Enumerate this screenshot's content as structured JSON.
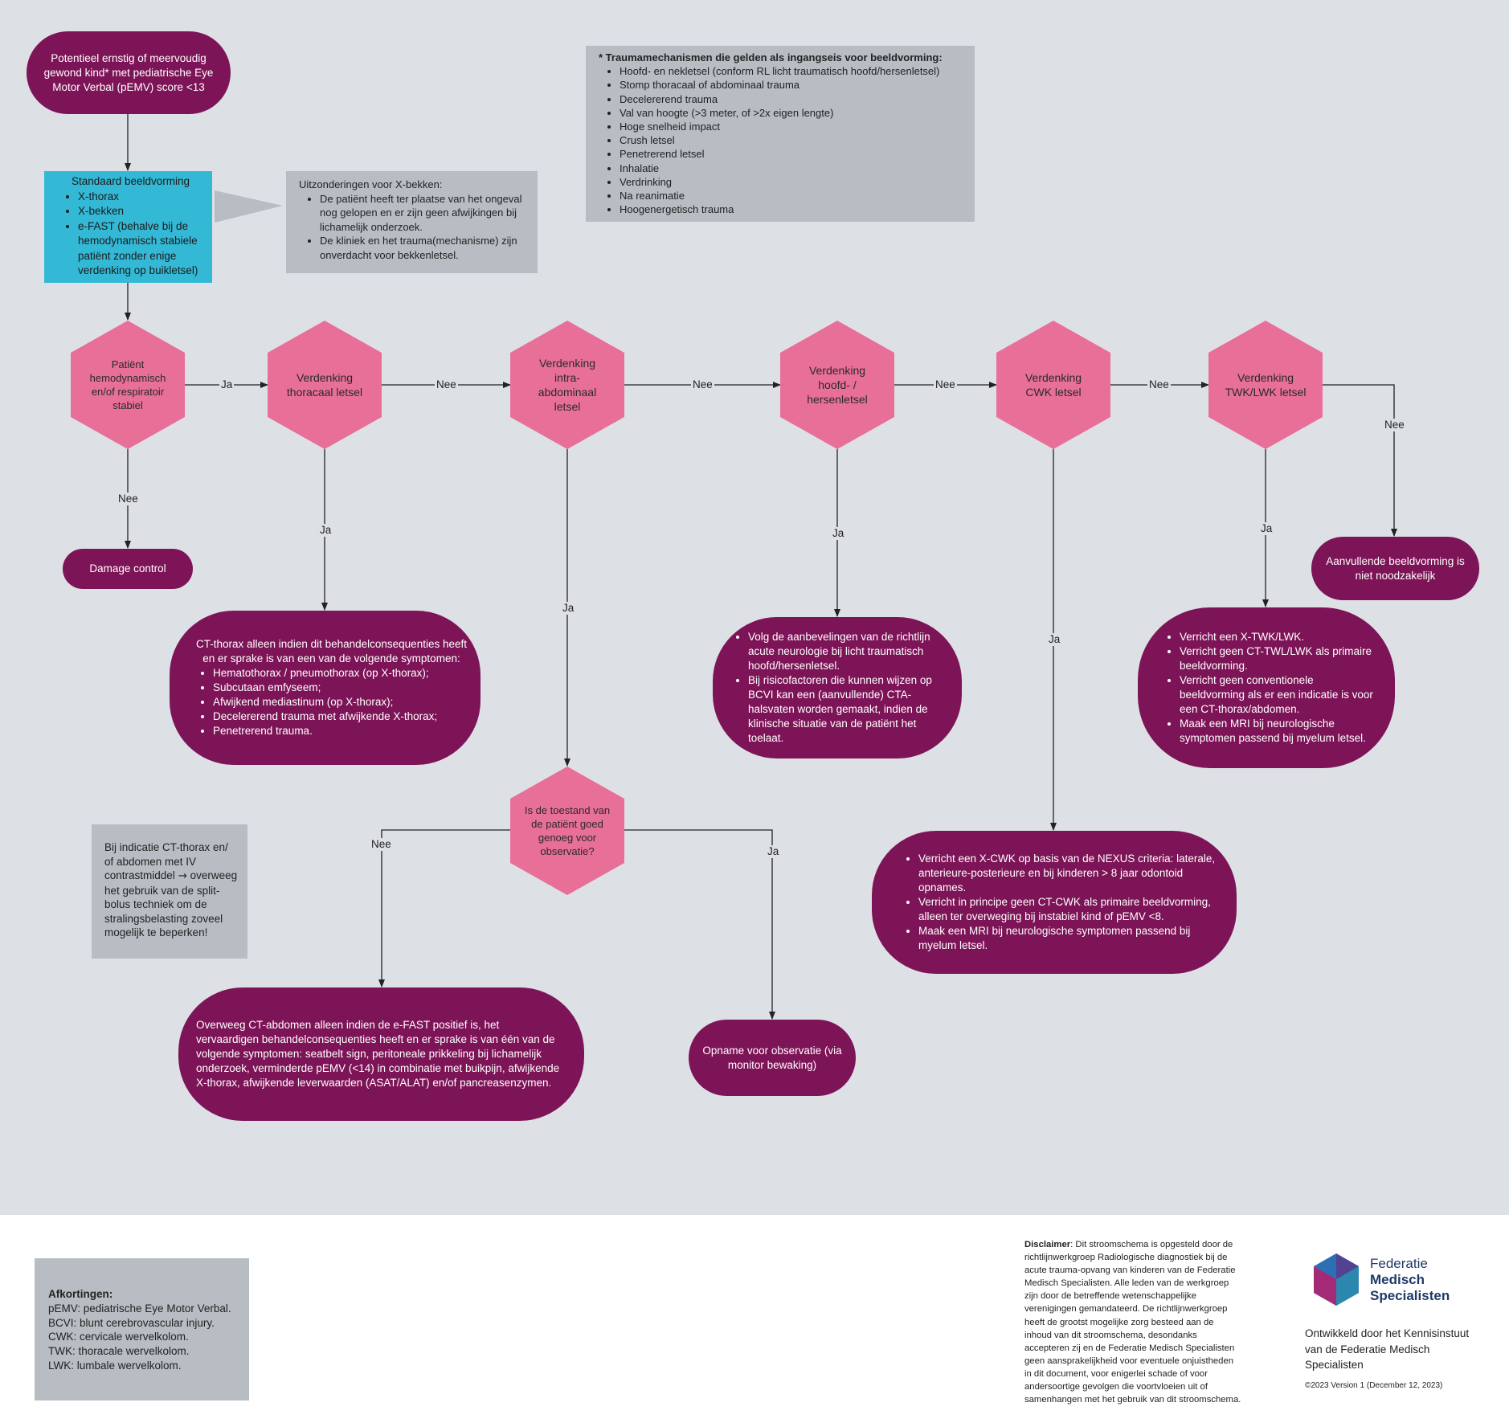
{
  "colors": {
    "canvas": "#dde1e6",
    "plum": "#7d1457",
    "pink": "#e86f98",
    "cyan": "#33b8d6",
    "grey": "#b7bdc2",
    "line": "#222222"
  },
  "start": "Potentieel ernstig of meervoudig gewond kind* met pediatrische Eye Motor Verbal (pEMV) score <13",
  "imaging": {
    "title": "Standaard beeldvorming",
    "items": [
      "X-thorax",
      "X-bekken",
      "e-FAST (behalve bij de hemodynamisch stabiele patiënt zonder enige verdenking op buikletsel)"
    ]
  },
  "exceptions": {
    "title": "Uitzonderingen voor X-bekken:",
    "items": [
      "De patiënt heeft ter plaatse van het ongeval nog gelopen en er zijn geen afwijkingen bij lichamelijk onderzoek.",
      "De kliniek en het trauma(mechanisme) zijn onverdacht voor bekkenletsel."
    ]
  },
  "mechanisms": {
    "title": "* Traumamechanismen die gelden als ingangseis voor beeldvorming:",
    "items": [
      "Hoofd- en nekletsel (conform RL licht traumatisch hoofd/hersenletsel)",
      "Stomp thoracaal of abdominaal trauma",
      "Decelererend trauma",
      "Val van hoogte (>3 meter, of >2x eigen lengte)",
      "Hoge snelheid impact",
      "Crush letsel",
      "Penetrerend letsel",
      "Inhalatie",
      "Verdrinking",
      "Na reanimatie",
      "Hoogenergetisch trauma"
    ]
  },
  "hex": {
    "stable": "Patiënt hemodynamisch en/of respiratoir stabiel",
    "thoracic": "Verdenking thoracaal letsel",
    "abdominal": "Verdenking intra-abdominaal letsel",
    "head": "Verdenking hoofd- / hersenletsel",
    "cwk": "Verdenking CWK letsel",
    "twk": "Verdenking TWK/LWK letsel",
    "observation": "Is de toestand van de patiënt goed genoeg voor observatie?"
  },
  "edges": {
    "ja": "Ja",
    "nee": "Nee"
  },
  "damage_control": "Damage control",
  "ct_thorax": {
    "intro": "CT-thorax alleen indien dit behandelconsequenties heeft en er sprake is van een van de volgende symptomen:",
    "items": [
      "Hematothorax / pneumothorax (op X-thorax);",
      "Subcutaan emfyseem;",
      "Afwijkend mediastinum (op X-thorax);",
      "Decelererend trauma met afwijkende X-thorax;",
      "Penetrerend trauma."
    ]
  },
  "head_advice": {
    "items": [
      "Volg de aanbevelingen van de richtlijn acute neurologie bij licht traumatisch hoofd/hersenletsel.",
      "Bij risicofactoren die kunnen wijzen op BCVI kan een (aanvullende) CTA-halsvaten worden gemaakt, indien de klinische situatie van de patiënt het toelaat."
    ]
  },
  "twk_advice": {
    "items": [
      "Verricht een X-TWK/LWK.",
      "Verricht geen CT-TWL/LWK als primaire beeldvorming.",
      "Verricht geen conventionele beeldvorming als er een indicatie is voor een CT-thorax/abdomen.",
      "Maak een MRI bij neurologische symptomen passend bij myelum letsel."
    ]
  },
  "no_imaging": "Aanvullende beeldvorming is niet noodzakelijk",
  "cwk_advice": {
    "items": [
      "Verricht een X-CWK op basis van de NEXUS criteria: laterale, anterieure-posterieure en bij kinderen > 8 jaar odontoid opnames.",
      "Verricht in principe geen CT-CWK als primaire beeldvorming, alleen ter overweging bij instabiel kind of pEMV <8.",
      "Maak een MRI bij neurologische symptomen passend bij myelum letsel."
    ]
  },
  "split_bolus": {
    "part1": "Bij indicatie CT-thorax en/ of abdomen met IV contrastmiddel",
    "arrow": "→",
    "part2": "overweeg het gebruik van de split-bolus techniek om de stralingsbelasting zoveel mogelijk te beperken!"
  },
  "ct_abdomen": "Overweeg CT-abdomen alleen indien de e-FAST positief is, het vervaardigen behandelconsequenties heeft en er sprake is van één van de volgende symptomen: seatbelt sign, peritoneale prikkeling bij lichamelijk onderzoek, verminderde pEMV (<14) in combinatie met buikpijn, afwijkende X-thorax, afwijkende leverwaarden (ASAT/ALAT) en/of pancreasenzymen.",
  "observation_box": "Opname voor observatie (via monitor bewaking)",
  "abbreviations": {
    "title": "Afkortingen:",
    "items": [
      "pEMV: pediatrische Eye Motor Verbal.",
      "BCVI: blunt cerebrovascular injury.",
      "CWK: cervicale wervelkolom.",
      "TWK: thoracale wervelkolom.",
      "LWK: lumbale wervelkolom."
    ]
  },
  "disclaimer": {
    "label": "Disclaimer",
    "lines": [
      ": Dit stroomschema is opgesteld door de",
      "richtlijnwerkgroep Radiologische diagnostiek bij de",
      "acute trauma-opvang van kinderen van de Federatie",
      "Medisch Specialisten. Alle leden van de werkgroep",
      "zijn door de betreffende wetenschappelijke",
      "verenigingen gemandateerd. De richtlijnwerkgroep",
      "heeft de grootst mogelijke zorg besteed aan de",
      "inhoud van dit stroomschema, desondanks",
      "accepteren zij en de Federatie Medisch Specialisten",
      "geen aansprakelijkheid voor eventuele onjuistheden",
      "in dit document, voor enigerlei schade of voor",
      "andersoortige gevolgen die voortvloeien uit of",
      "samenhangen met het gebruik van dit stroomschema."
    ]
  },
  "logo": {
    "line1": "Federatie",
    "line2": "Medisch",
    "line3": "Specialisten"
  },
  "developed_by": "Ontwikkeld door het Kennisinstuut van de Federatie Medisch Specialisten",
  "version": "©2023 Version 1 (December 12, 2023)"
}
